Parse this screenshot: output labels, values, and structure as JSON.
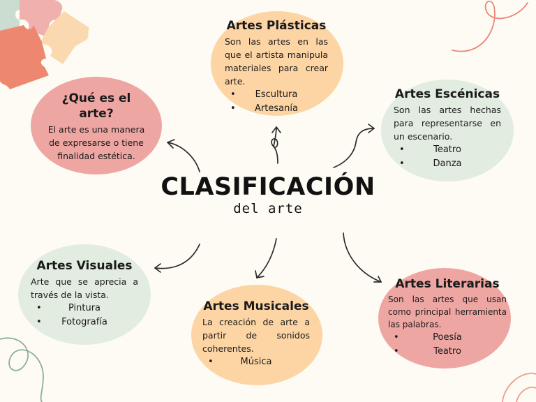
{
  "center": {
    "title": "CLASIFICACIÓN",
    "subtitle": "del arte"
  },
  "que_es": {
    "title": "¿Qué es el arte?",
    "text": "El arte es una manera de expresarse o tiene finalidad estética."
  },
  "plasticas": {
    "title": "Artes Plásticas",
    "text": "Son las artes en las que el artista manipula materiales para crear arte.",
    "items": [
      "Escultura",
      "Artesanía"
    ]
  },
  "escenicas": {
    "title": "Artes Escénicas",
    "text": "Son las artes hechas para representarse en un escenario.",
    "items": [
      "Teatro",
      "Danza"
    ]
  },
  "visuales": {
    "title": "Artes Visuales",
    "text": "Arte que se aprecia a través de la vista.",
    "items": [
      "Pintura",
      "Fotografía"
    ]
  },
  "musicales": {
    "title": "Artes Musicales",
    "text": "La creación de arte a partir de sonidos coherentes.",
    "items": [
      "Música"
    ]
  },
  "literarias": {
    "title": "Artes Literarias",
    "text": "Son las artes que usan como principal herramienta las palabras.",
    "items": [
      "Poesía",
      "Teatro"
    ]
  },
  "colors": {
    "background": "#fdfbf3",
    "peach": "#fdd5a4",
    "pink": "#eea6a3",
    "mint": "#e3ece0",
    "ink": "#1a1a1a",
    "puzzle_coral": "#ee8770",
    "puzzle_pink": "#f0b0ad",
    "puzzle_peach": "#fbd9b0",
    "puzzle_mint": "#cbdcd0"
  }
}
